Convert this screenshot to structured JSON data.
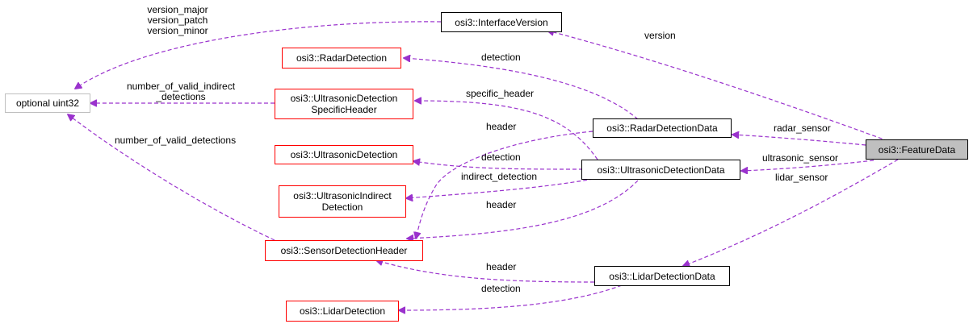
{
  "colors": {
    "edge": "#9a32cd",
    "link_border": "#ff0000",
    "plain_border": "#000000",
    "primitive_border": "#bfbfbf",
    "highlight_fill": "#bfbfbf"
  },
  "nodes": {
    "interface_version": "osi3::InterfaceVersion",
    "radar_detection": "osi3::RadarDetection",
    "optional_uint32": "optional uint32",
    "ultrasonic_specific_header_l1": "osi3::UltrasonicDetection",
    "ultrasonic_specific_header_l2": "SpecificHeader",
    "radar_detection_data": "osi3::RadarDetectionData",
    "feature_data": "osi3::FeatureData",
    "ultrasonic_detection": "osi3::UltrasonicDetection",
    "ultrasonic_detection_data": "osi3::UltrasonicDetectionData",
    "ultrasonic_indirect_l1": "osi3::UltrasonicIndirect",
    "ultrasonic_indirect_l2": "Detection",
    "sensor_detection_header": "osi3::SensorDetectionHeader",
    "lidar_detection_data": "osi3::LidarDetectionData",
    "lidar_detection": "osi3::LidarDetection"
  },
  "edge_labels": {
    "version_major": "version_major",
    "version_patch": "version_patch",
    "version_minor": "version_minor",
    "version": "version",
    "radar_detection": "detection",
    "indirect_count_l1": "number_of_valid_indirect",
    "indirect_count_l2": "_detections",
    "specific_header": "specific_header",
    "radar_header": "header",
    "radar_sensor": "radar_sensor",
    "valid_detections": "number_of_valid_detections",
    "ultrasonic_sensor": "ultrasonic_sensor",
    "ultrasonic_detection": "detection",
    "lidar_sensor": "lidar_sensor",
    "indirect_detection": "indirect_detection",
    "ultrasonic_header": "header",
    "lidar_header": "header",
    "lidar_detection": "detection"
  }
}
